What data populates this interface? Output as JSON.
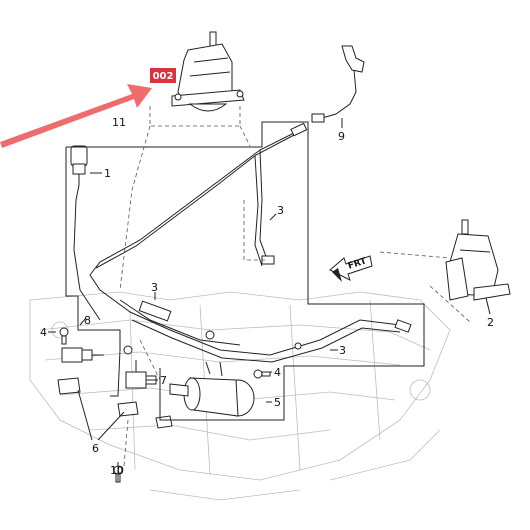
{
  "callout": {
    "code": "002",
    "color": "#d9333f"
  },
  "labels": {
    "p1": "1",
    "p2": "2",
    "p3a": "3",
    "p3b": "3",
    "p3c": "3",
    "p4a": "4",
    "p4b": "4",
    "p5": "5",
    "p6": "6",
    "p7": "7",
    "p8": "8",
    "p9": "9",
    "p10": "10",
    "p11": "11"
  },
  "forward": {
    "text": "FRT"
  },
  "colors": {
    "arrow": "#f06b6b",
    "line": "#222222",
    "subframe": "#bdbdbd"
  }
}
